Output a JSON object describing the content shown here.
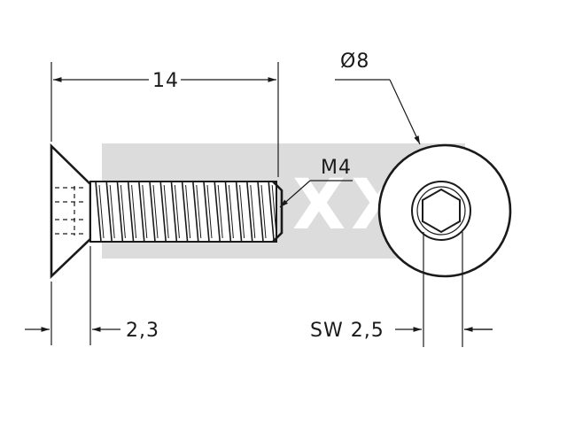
{
  "dimensions": {
    "length": "14",
    "head_height": "2,3",
    "thread": "M4",
    "head_diameter": "Ø8",
    "socket_size": "SW 2,5"
  },
  "watermark": {
    "text": "XXL",
    "color": "#d9d9d9"
  },
  "colors": {
    "ink": "#1a1a1a",
    "background": "#ffffff"
  },
  "views": [
    "side-view-countersunk-screw",
    "top-view-hex-socket-head"
  ]
}
